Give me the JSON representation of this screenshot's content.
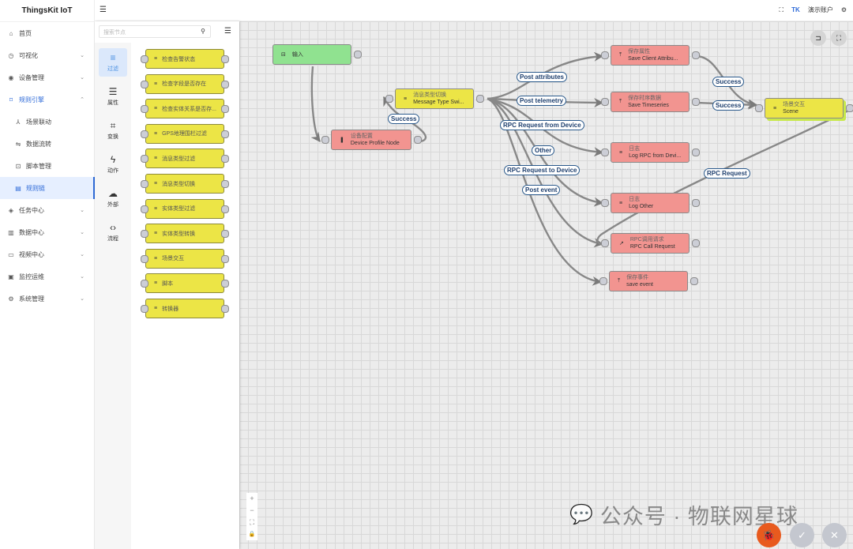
{
  "app": {
    "title": "ThingsKit IoT"
  },
  "sidebar": {
    "items": [
      {
        "label": "首页",
        "icon": "home-icon",
        "glyph": "⌂"
      },
      {
        "label": "可视化",
        "icon": "dashboard-icon",
        "glyph": "◷",
        "chevron": "⌄"
      },
      {
        "label": "设备管理",
        "icon": "device-icon",
        "glyph": "◉",
        "chevron": "⌄"
      },
      {
        "label": "规则引擎",
        "icon": "rule-engine-icon",
        "glyph": "⌑",
        "chevron": "⌃"
      },
      {
        "label": "场景联动",
        "icon": "scene-icon",
        "glyph": "⅄"
      },
      {
        "label": "数据流转",
        "icon": "data-flow-icon",
        "glyph": "⇋"
      },
      {
        "label": "脚本管理",
        "icon": "script-icon",
        "glyph": "⊡"
      },
      {
        "label": "规则链",
        "icon": "rule-chain-icon",
        "glyph": "▤"
      },
      {
        "label": "任务中心",
        "icon": "task-icon",
        "glyph": "◈",
        "chevron": "⌄"
      },
      {
        "label": "数据中心",
        "icon": "chart-icon",
        "glyph": "▥",
        "chevron": "⌄"
      },
      {
        "label": "视频中心",
        "icon": "video-icon",
        "glyph": "▭",
        "chevron": "⌄"
      },
      {
        "label": "监控运维",
        "icon": "monitor-icon",
        "glyph": "▣",
        "chevron": "⌄"
      },
      {
        "label": "系统管理",
        "icon": "settings-icon",
        "glyph": "⚙",
        "chevron": "⌄"
      }
    ]
  },
  "header": {
    "collapse_glyph": "☰",
    "fullscreen_glyph": "⛶",
    "brand_mark": "TK",
    "account": "演示账户",
    "settings_glyph": "⚙"
  },
  "palette": {
    "search_placeholder": "搜索节点",
    "search_glyph": "⚲",
    "menu_glyph": "☰",
    "categories": [
      {
        "label": "过滤",
        "glyph": "≡"
      },
      {
        "label": "属性",
        "glyph": "☰"
      },
      {
        "label": "变换",
        "glyph": "⌗"
      },
      {
        "label": "动作",
        "glyph": "ϟ"
      },
      {
        "label": "外部",
        "glyph": "☁"
      },
      {
        "label": "流程",
        "glyph": "‹›"
      }
    ],
    "nodes": [
      "检查告警状态",
      "检查字段是否存在",
      "检查实体关系是否存...",
      "GPS地理围栏过滤",
      "消息类型过滤",
      "消息类型切换",
      "实体类型过滤",
      "实体类型转换",
      "场景交互",
      "脚本",
      "转换器"
    ]
  },
  "canvas": {
    "nodes": {
      "input": {
        "title": "输入",
        "glyph": "⊟"
      },
      "device_profile": {
        "title": "设备配置",
        "subtitle": "Device Profile Node",
        "glyph": "❚"
      },
      "msg_switch": {
        "title": "消息类型切换",
        "subtitle": "Message Type Swi...",
        "glyph": "≡"
      },
      "save_attr": {
        "title": "保存属性",
        "subtitle": "Save Client Attribu...",
        "glyph": "⤒"
      },
      "save_ts": {
        "title": "保存时序数据",
        "subtitle": "Save Timeseries",
        "glyph": "⤒"
      },
      "log_rpc": {
        "title": "日志",
        "subtitle": "Log RPC from Devi...",
        "glyph": "≡"
      },
      "log_other": {
        "title": "日志",
        "subtitle": "Log Other",
        "glyph": "≡"
      },
      "rpc_call": {
        "title": "RPC调用请求",
        "subtitle": "RPC Call Request",
        "glyph": "↗"
      },
      "save_event": {
        "title": "保存事件",
        "subtitle": "save event",
        "glyph": "⤒"
      },
      "scene": {
        "title": "场景交互",
        "subtitle": "Scene",
        "glyph": "≡"
      }
    },
    "edge_labels": {
      "success1": "Success",
      "post_attributes": "Post attributes",
      "post_telemetry": "Post telemetry",
      "rpc_from_device": "RPC Request from Device",
      "other": "Other",
      "rpc_to_device": "RPC Request to Device",
      "post_event": "Post event",
      "success2": "Success",
      "success3": "Success",
      "rpc_request": "RPC Request"
    },
    "top_buttons": {
      "exit_glyph": "⊐",
      "fullscreen_glyph": "⛶"
    },
    "zoom": {
      "in": "+",
      "out": "−",
      "fit": "⛶",
      "lock": "🔒"
    },
    "watermark": {
      "icon": "💬",
      "text": "公众号 · 物联网星球"
    },
    "fabs": {
      "debug": "🐞",
      "apply": "✓",
      "cancel": "✕"
    }
  },
  "colors": {
    "accent": "#2f6bd8",
    "filter_node": "#ece546",
    "input_node": "#90e290",
    "action_node": "#f29490",
    "debug": "#e85a1e"
  }
}
